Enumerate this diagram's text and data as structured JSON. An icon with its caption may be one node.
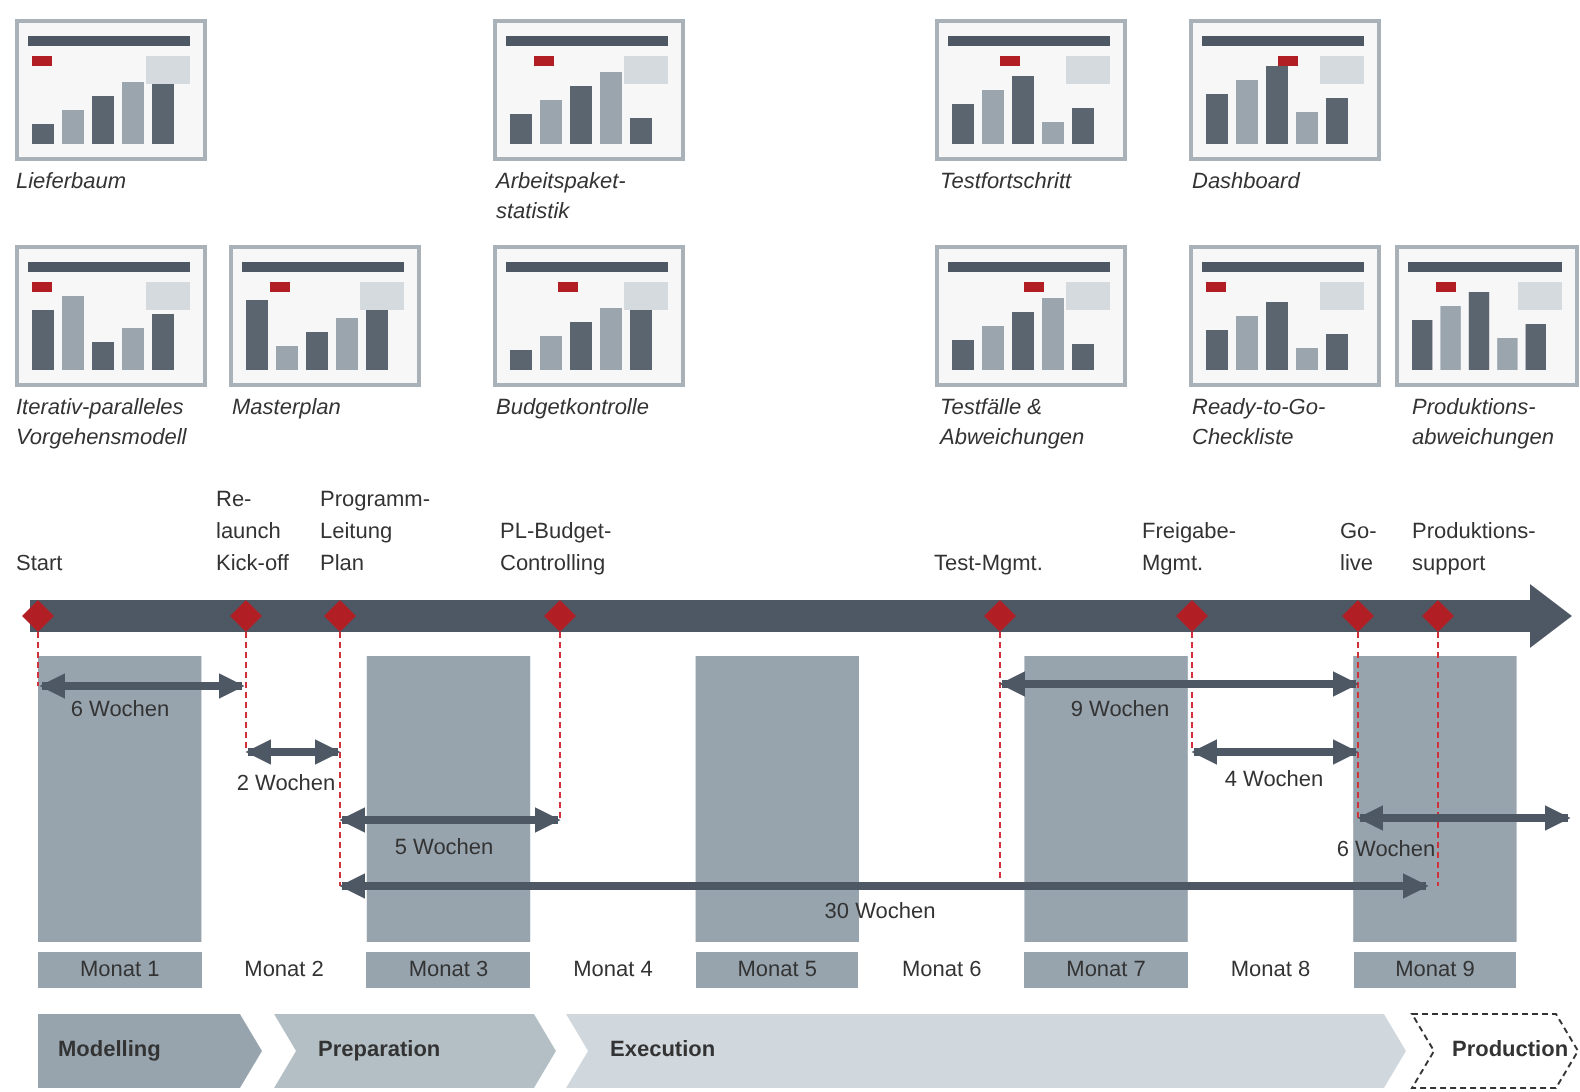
{
  "diagram": {
    "nodes": [
      {
        "text": [
          "Modelling"
        ]
      },
      {
        "text": [
          "Preparation"
        ]
      },
      {
        "text": [
          "Execution"
        ]
      },
      {
        "text": [
          "Production"
        ]
      }
    ],
    "labels": [
      "Lieferbaum",
      "Arbeitspaket- statistik",
      "Testfortschritt",
      "Dashboard",
      "Iterativ-paralleles Vorgehensmodell",
      "Masterplan",
      "Budgetkontrolle",
      "Testfälle & Abweichungen",
      "Ready-to-Go- Checkliste",
      "Produktions- abweichungen",
      "Start",
      "Re- launch Kick-off",
      "Programm- Leitung Plan",
      "PL-Budget- Controlling",
      "Test-Mgmt.",
      "Freigabe- Mgmt.",
      "Go- live",
      "Produktions- support",
      "6 Wochen",
      "9 Wochen",
      "2 Wochen",
      "4 Wochen",
      "5 Wochen",
      "6 Wochen",
      "30 Wochen",
      "Monat 1",
      "Monat 2",
      "Monat 3",
      "Monat 4",
      "Monat 5",
      "Monat 6",
      "Monat 7",
      "Monat 8",
      "Monat 9"
    ]
  }
}
